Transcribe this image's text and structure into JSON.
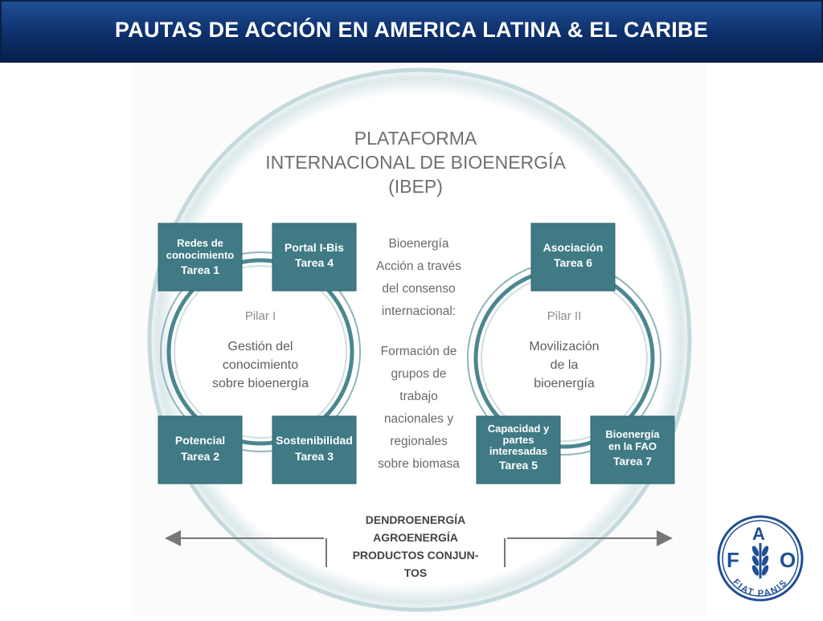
{
  "header": {
    "title": "PAUTAS DE ACCIÓN EN AMERICA LATINA & EL CARIBE"
  },
  "diagram": {
    "title_lines": [
      "PLATAFORMA",
      "INTERNACIONAL DE BIOENERGÍA",
      "(IBEP)"
    ],
    "pillar1": {
      "name": "Pilar I",
      "desc_lines": [
        "Gestión del",
        "conocimiento",
        "sobre bioenergía"
      ]
    },
    "pillar2": {
      "name": "Pilar II",
      "desc_lines": [
        "Movilización",
        "de la",
        "bioenergía"
      ]
    },
    "center_lines": [
      "Bioenergía",
      "Acción a través",
      "del consenso",
      "internacional:",
      "",
      "Formación de",
      "grupos de",
      "trabajo",
      "nacionales y",
      "regionales",
      "sobre biomasa"
    ],
    "tasks": {
      "t1": [
        "Redes de",
        "conocimiento",
        "Tarea 1"
      ],
      "t4": [
        "Portal I-Bis",
        "Tarea 4"
      ],
      "t2": [
        "Potencial",
        "Tarea 2"
      ],
      "t3": [
        "Sostenibilidad",
        "Tarea 3"
      ],
      "t6": [
        "Asociación",
        "Tarea 6"
      ],
      "t5": [
        "Capacidad y",
        "partes",
        "interesadas",
        "Tarea 5"
      ],
      "t7": [
        "Bioenergía",
        "en la FAO",
        "Tarea 7"
      ]
    },
    "bottom_lines": [
      "DENDROENERGÍA",
      "AGROENERGÍA",
      "PRODUCTOS CONJUN-",
      "TOS"
    ]
  },
  "logo": {
    "letters": [
      "F",
      "A",
      "O"
    ],
    "motto": "FIAT PANIS"
  },
  "colors": {
    "task_fill": "#3f7a85",
    "header_blue": "#0d2f6a",
    "ring": "#a9c6cb",
    "logo_blue": "#1f4f96"
  }
}
